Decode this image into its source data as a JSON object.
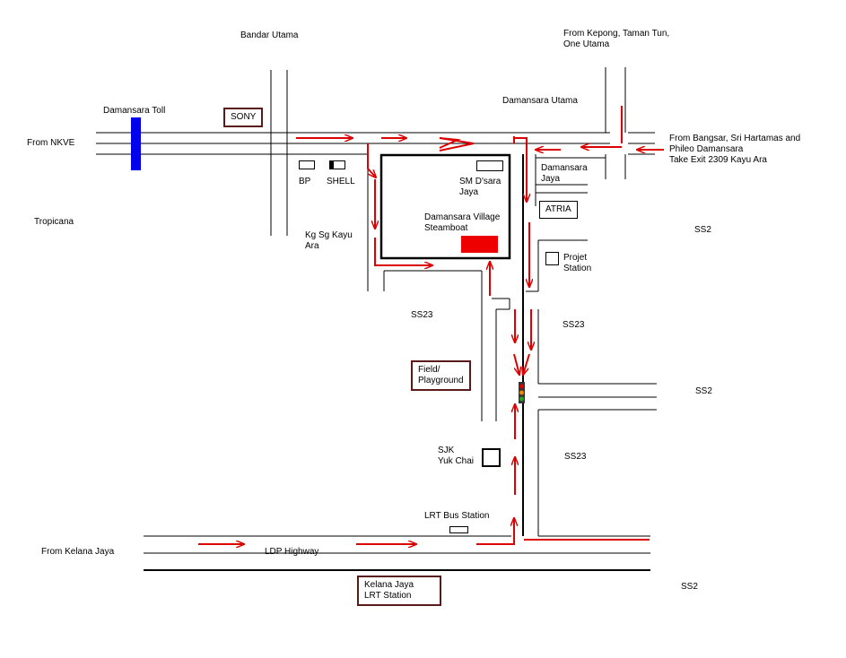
{
  "labels": {
    "bandar_utama": "Bandar Utama",
    "from_kepong": "From Kepong, Taman Tun,\nOne Utama",
    "damansara_utama": "Damansara Utama",
    "damansara_toll": "Damansara Toll",
    "from_nkve": "From NKVE",
    "from_bangsar": "From Bangsar, Sri Hartamas and\nPhileo Damansara\nTake Exit 2309 Kayu Ara",
    "bp": "BP",
    "shell": "SHELL",
    "sm_dsara_jaya": "SM D'sara\nJaya",
    "damansara_jaya": "Damansara\nJaya",
    "tropicana": "Tropicana",
    "steamboat": "Damansara Village\nSteamboat",
    "kg_sg_kayu_ara": "Kg Sg Kayu\nAra",
    "ss2_top": "SS2",
    "projet_station": "Projet\nStation",
    "ss23_left": "SS23",
    "ss23_mid": "SS23",
    "ss2_mid": "SS2",
    "sjk_yuk_chai": "SJK\nYuk Chai",
    "ss23_bottom": "SS23",
    "lrt_bus_station": "LRT Bus Station",
    "from_kelana_jaya": "From Kelana Jaya",
    "ldp_highway": "LDP Highway",
    "ss2_bottom": "SS2"
  },
  "boxes": {
    "sony": "SONY",
    "atria": "ATRIA",
    "field": "Field/\nPlayground",
    "kelana_lrt": "Kelana Jaya\nLRT Station"
  },
  "colors": {
    "route_arrow": "#dd0000",
    "toll_plaza": "#0000ee",
    "destination": "#ee0000",
    "box_border": "#5a1a1a",
    "road": "#000000"
  }
}
